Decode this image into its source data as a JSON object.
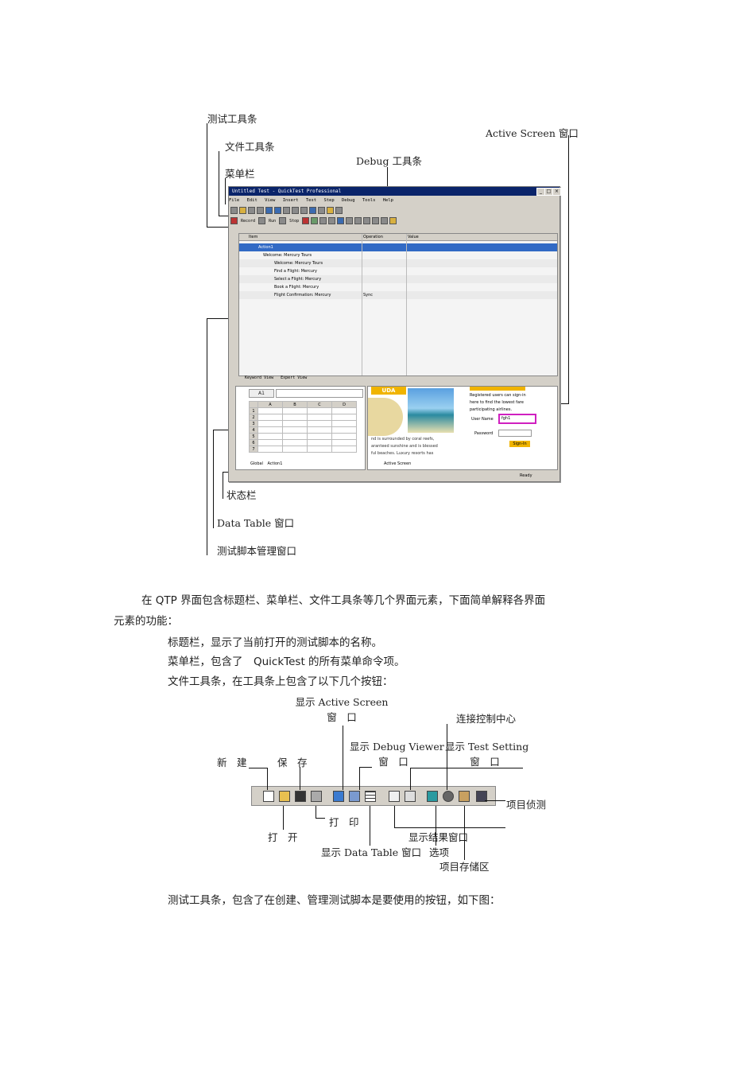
{
  "figure1": {
    "annotations": {
      "test_toolbar": "测试工具条",
      "file_toolbar": "文件工具条",
      "menubar": "菜单栏",
      "debug_toolbar": "Debug 工具条",
      "active_screen": "Active Screen 窗口",
      "status_bar": "状态栏",
      "data_table": "Data Table 窗口",
      "test_script_window": "测试脚本管理窗口"
    },
    "window": {
      "title": "Untitled Test - QuickTest Professional",
      "title_controls": [
        "_",
        "□",
        "×"
      ],
      "menu": [
        "File",
        "Edit",
        "View",
        "Insert",
        "Test",
        "Step",
        "Debug",
        "Tools",
        "Help"
      ],
      "test_toolbar": {
        "record": "Record",
        "run": "Run",
        "stop": "Stop"
      },
      "tree_columns": [
        "Item",
        "Operation",
        "Value"
      ],
      "tree_rows": [
        {
          "label": "Action1",
          "operation": "",
          "selected": true
        },
        {
          "label": "Welcome: Mercury Tours",
          "operation": "",
          "selected": false
        },
        {
          "label": "Welcome: Mercury Tours",
          "operation": "",
          "selected": false
        },
        {
          "label": "Find a Flight: Mercury",
          "operation": "",
          "selected": false
        },
        {
          "label": "Select a Flight: Mercury",
          "operation": "",
          "selected": false
        },
        {
          "label": "Book a Flight: Mercury",
          "operation": "",
          "selected": false
        },
        {
          "label": "Flight Confirmation: Mercury",
          "operation": "Sync",
          "selected": false
        }
      ],
      "view_tabs": [
        "Keyword View",
        "Expert View"
      ],
      "datatable": {
        "cell_ref": "A1",
        "columns": [
          "A",
          "B",
          "C",
          "D"
        ],
        "rows": [
          "1",
          "2",
          "3",
          "4",
          "5",
          "6",
          "7"
        ],
        "sheet_tabs": [
          "Global",
          "Action1"
        ]
      },
      "active_screen": {
        "banner": "UDA",
        "caption_lines": [
          "nd is surrounded by coral reefs,",
          "aranteed sunshine and is blessed",
          "ful beaches. Luxury resorts has"
        ],
        "register_text": [
          "Registered users can sign-in",
          "here to find the lowest fare",
          "participating airlines."
        ],
        "user_name_label": "User Name",
        "user_name_value": "fgh1",
        "password_label": "Password",
        "signin_button": "Sign-In",
        "tab": "Active Screen"
      },
      "status": "Ready"
    }
  },
  "paragraph": {
    "intro_line1": "在 QTP 界面包含标题栏、菜单栏、文件工具条等几个界面元素，下面简单解释各界面",
    "intro_line2": "元素的功能：",
    "items": [
      "标题栏，显示了当前打开的测试脚本的名称。",
      "菜单栏，包含了　QuickTest 的所有菜单命令项。",
      "文件工具条，在工具条上包含了以下几个按钮："
    ]
  },
  "figure2": {
    "labels": {
      "show_active_screen": "显示 Active Screen",
      "show_active_screen_2": "窗　口",
      "connect_control_center": "连接控制中心",
      "show_debug_viewer": "显示 Debug Viewer",
      "show_debug_viewer_2": "窗　口",
      "show_test_setting": "显示 Test Setting",
      "show_test_setting_2": "窗　口",
      "new": "新　建",
      "save": "保　存",
      "object_spy": "项目侦测",
      "print": "打　印",
      "open": "打　开",
      "show_results": "显示结果窗口",
      "show_data_table": "显示 Data Table 窗口",
      "options": "选项",
      "object_repository": "项目存储区"
    }
  },
  "closing": "测试工具条，包含了在创建、管理测试脚本是要使用的按钮，如下图："
}
